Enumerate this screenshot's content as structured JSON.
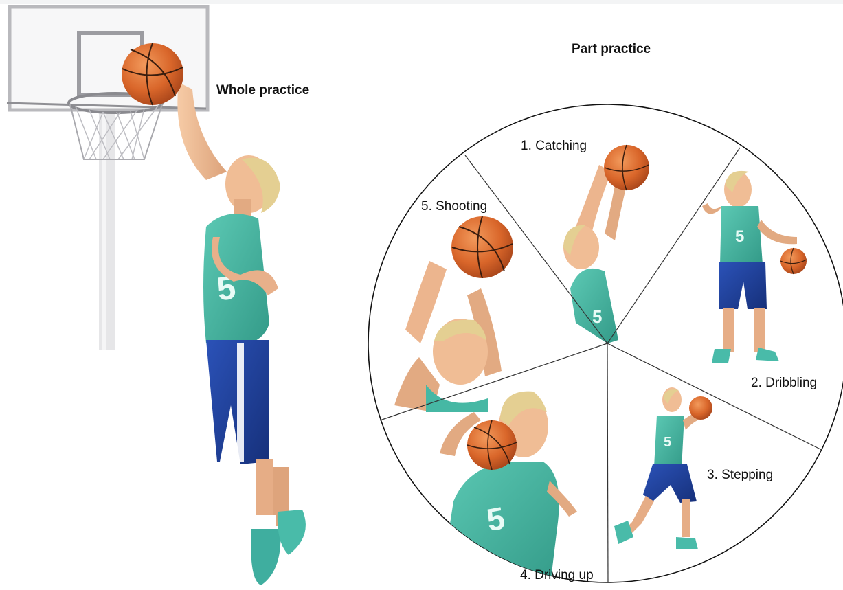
{
  "whole": {
    "title": "Whole practice",
    "jersey_number": "5"
  },
  "part": {
    "title": "Part practice",
    "segments": [
      {
        "label": "1. Catching"
      },
      {
        "label": "2. Dribbling"
      },
      {
        "label": "3. Stepping"
      },
      {
        "label": "4. Driving up"
      },
      {
        "label": "5. Shooting"
      }
    ],
    "jersey_number": "5"
  },
  "colors": {
    "ball": "#d9662a",
    "jersey": "#46b8a4",
    "shorts": "#1f3f9e",
    "skin": "#f0bd95",
    "hair": "#e4cf92"
  }
}
